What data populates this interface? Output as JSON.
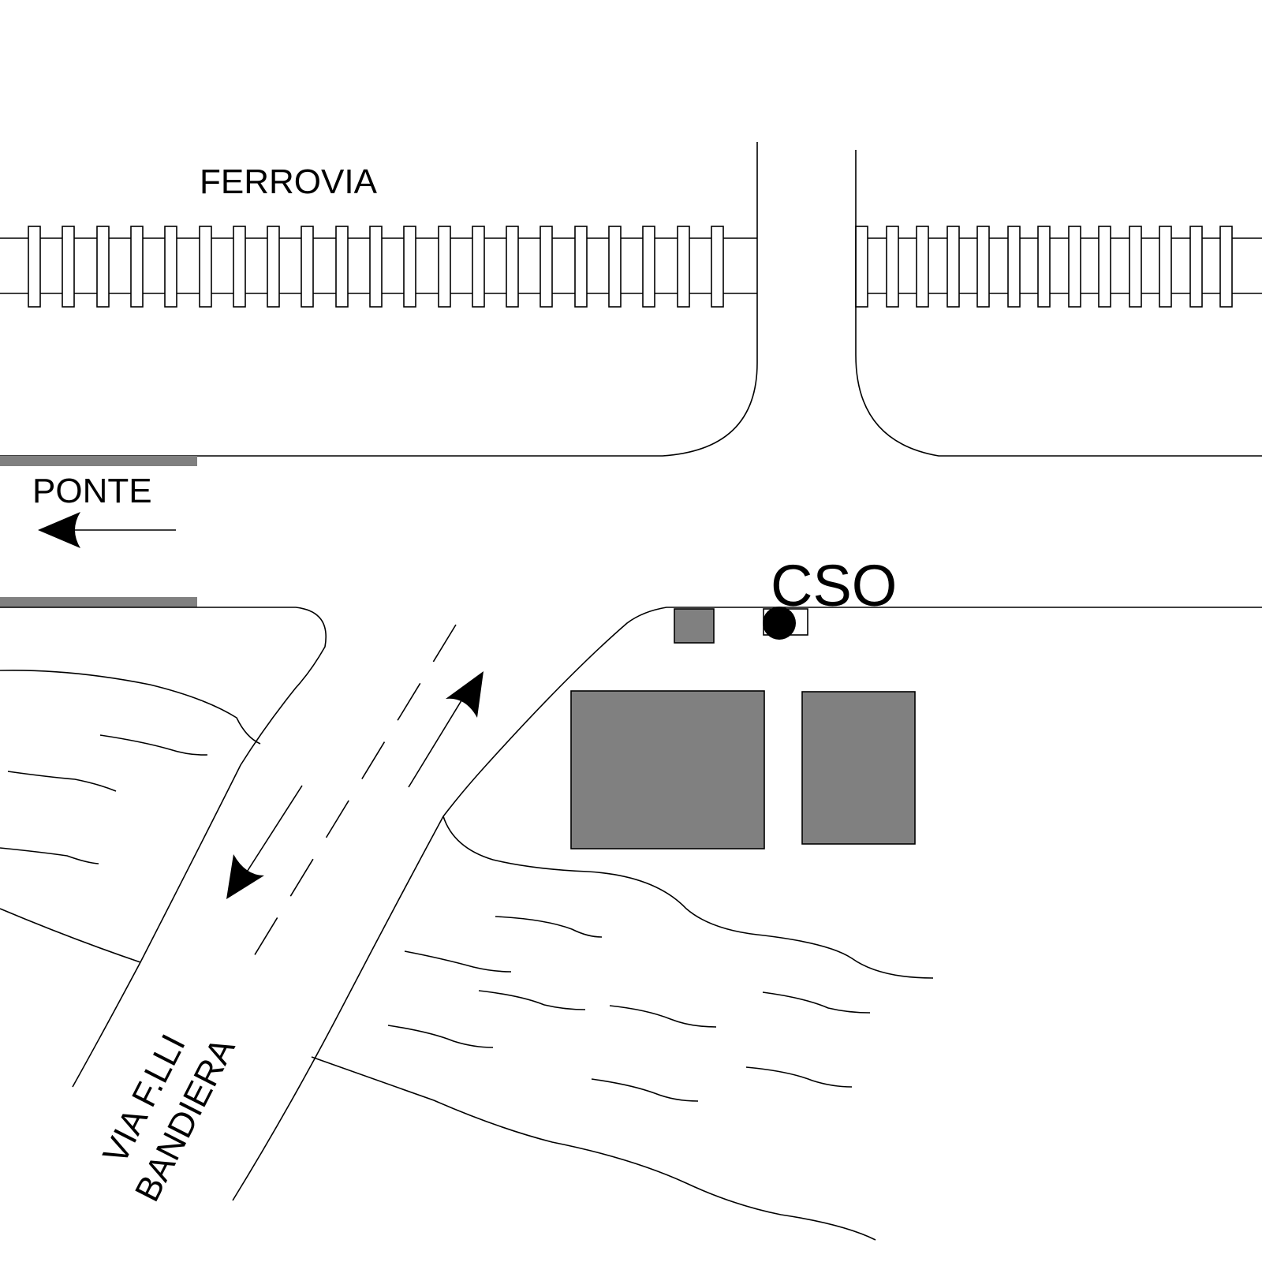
{
  "labels": {
    "railway": "FERROVIA",
    "bridge": "PONTE",
    "site": "CSO",
    "street_line1": "VIA F.LLI",
    "street_line2": "BANDIERA"
  },
  "colors": {
    "ink": "#000000",
    "building": "#808080",
    "background": "#ffffff"
  },
  "icons": {
    "site_marker": "filled-circle",
    "direction": "arrow"
  }
}
